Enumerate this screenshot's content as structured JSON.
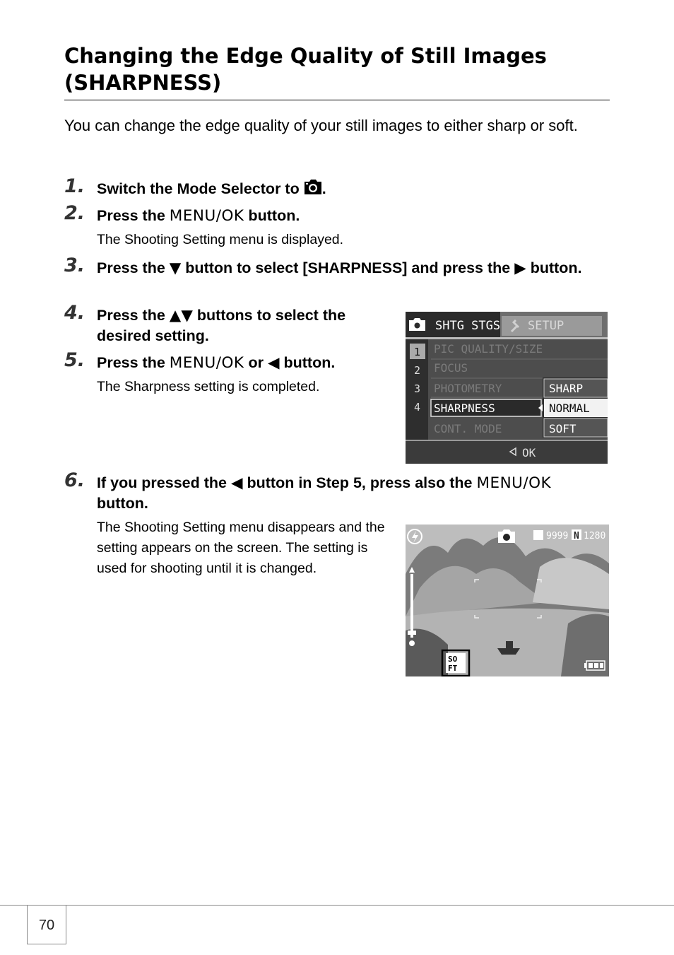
{
  "title": "Changing the Edge Quality of Still Images (SHARPNESS)",
  "intro": "You can change the edge quality of your still images to either sharp or soft.",
  "steps": [
    {
      "num": "1.",
      "pre": "Switch the Mode Selector to ",
      "icon": "camera-icon",
      "post": "."
    },
    {
      "num": "2.",
      "pre": "Press the ",
      "key": "MENU/OK",
      "post": " button.",
      "note": "The Shooting Setting menu is displayed."
    },
    {
      "num": "3.",
      "pre": "Press the ",
      "sym1": "▼",
      "mid": " button to select [SHARPNESS] and press the ",
      "sym2": "▶",
      "post": " button."
    },
    {
      "num": "4.",
      "pre": "Press the ",
      "sym1": "▲▼",
      "post": " buttons to select the desired setting."
    },
    {
      "num": "5.",
      "pre": "Press the ",
      "key": "MENU/OK",
      "mid": " or ",
      "sym1": "◀",
      "post": " button.",
      "note": "The Sharpness setting is completed."
    },
    {
      "num": "6.",
      "pre": "If you pressed the ",
      "sym1": "◀",
      "mid": " button in Step 5, press also the ",
      "key": "MENU/OK",
      "post": " button.",
      "note": "The Shooting Setting menu disappears and the setting appears on the screen. The setting is used for shooting until it is changed."
    }
  ],
  "menu_screen": {
    "tab_active": "SHTG STGS",
    "tab_inactive": "SETUP",
    "tab_inactive_icon": "wrench-icon",
    "page_numbers": [
      "1",
      "2",
      "3",
      "4"
    ],
    "items": [
      "PIC QUALITY/SIZE",
      "FOCUS",
      "PHOTOMETRY",
      "SHARPNESS",
      "CONT. MODE"
    ],
    "options": [
      "SHARP",
      "NORMAL",
      "SOFT"
    ],
    "selected_item": "SHARPNESS",
    "selected_option": "NORMAL",
    "footer": "OK"
  },
  "shoot_screen": {
    "remaining": "9999",
    "quality": "N",
    "size": "1280",
    "sharpness_icon_top": "SO",
    "sharpness_icon_bottom": "FT"
  },
  "page_number": "70"
}
